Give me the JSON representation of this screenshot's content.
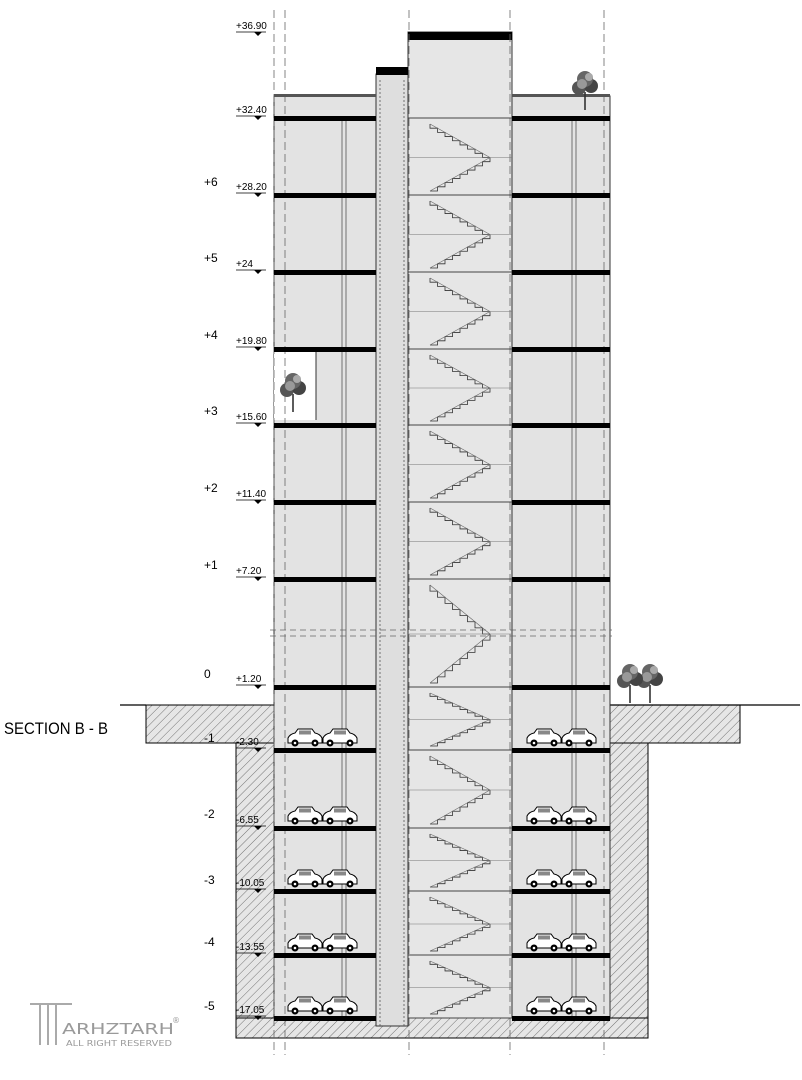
{
  "section_title": "SECTION B - B",
  "levels": [
    {
      "floor": "",
      "elevation": "+36.90"
    },
    {
      "floor": "",
      "elevation": "+32.40"
    },
    {
      "floor": "+6",
      "elevation": "+28.20"
    },
    {
      "floor": "+5",
      "elevation": "+24"
    },
    {
      "floor": "+4",
      "elevation": "+19.80"
    },
    {
      "floor": "+3",
      "elevation": "+15.60"
    },
    {
      "floor": "+2",
      "elevation": "+11.40"
    },
    {
      "floor": "+1",
      "elevation": "+7.20"
    },
    {
      "floor": "0",
      "elevation": "+1.20"
    },
    {
      "floor": "-1",
      "elevation": "-2.30"
    },
    {
      "floor": "-2",
      "elevation": "-6.55"
    },
    {
      "floor": "-3",
      "elevation": "-10.05"
    },
    {
      "floor": "-4",
      "elevation": "-13.55"
    },
    {
      "floor": "-5",
      "elevation": "-17.05"
    }
  ],
  "watermark": {
    "brand": "ARHZTARH",
    "tagline": "ALL RIGHT RESERVED",
    "mark": "®"
  },
  "colors": {
    "wall_fill": "#e3e3e3",
    "slab": "#000000",
    "ground": "#d9d9d9",
    "line": "#333333"
  }
}
